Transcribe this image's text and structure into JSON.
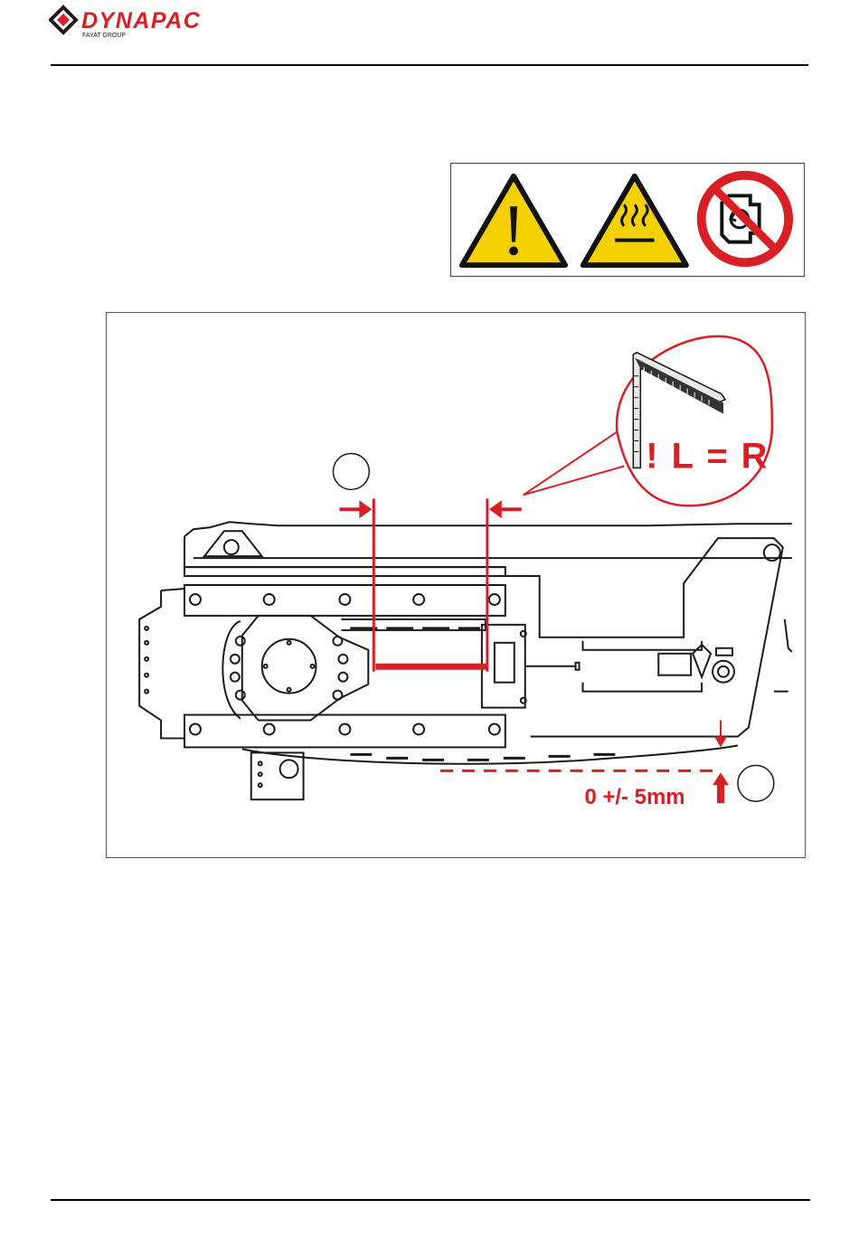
{
  "header": {
    "brand": "DYNAPAC",
    "brand_sub": "FAYAT GROUP"
  },
  "warning_symbols": [
    {
      "icon": "general-warning-icon"
    },
    {
      "icon": "hot-surface-warning-icon"
    },
    {
      "icon": "no-engine-running-icon"
    }
  ],
  "figure": {
    "callout_rule": "! L = R",
    "tolerance": "0 +/- 5mm"
  },
  "colors": {
    "accent_red": "#d81f26",
    "warning_yellow": "#f5d000",
    "line": "#1a1a1a"
  }
}
